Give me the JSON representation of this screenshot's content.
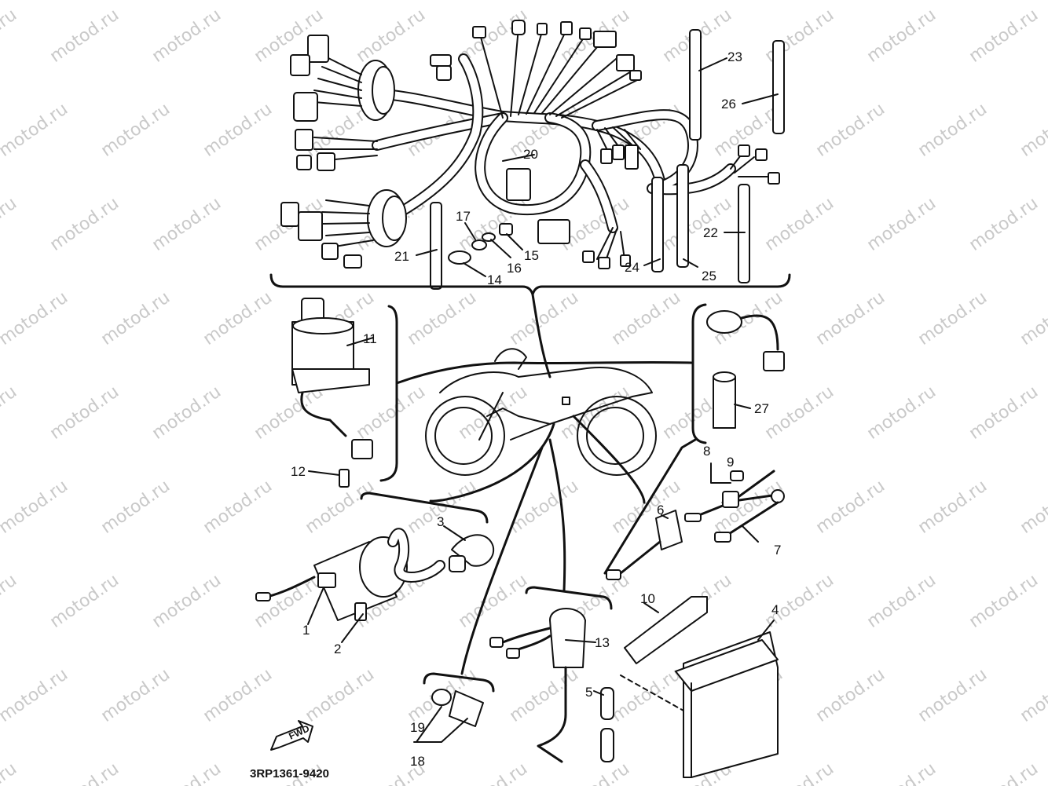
{
  "watermark": "motod.ru",
  "diagram_code": "3RP1361-9420",
  "fwd_label": "FWD",
  "part_labels": {
    "p1": "1",
    "p2": "2",
    "p3": "3",
    "p4": "4",
    "p5": "5",
    "p6": "6",
    "p7": "7",
    "p8": "8",
    "p9": "9",
    "p10": "10",
    "p11": "11",
    "p12": "12",
    "p13": "13",
    "p14": "14",
    "p15": "15",
    "p16": "16",
    "p17": "17",
    "p18": "18",
    "p19": "19",
    "p20": "20",
    "p21": "21",
    "p22": "22",
    "p23": "23",
    "p24": "24",
    "p25": "25",
    "p26": "26",
    "p27": "27"
  }
}
